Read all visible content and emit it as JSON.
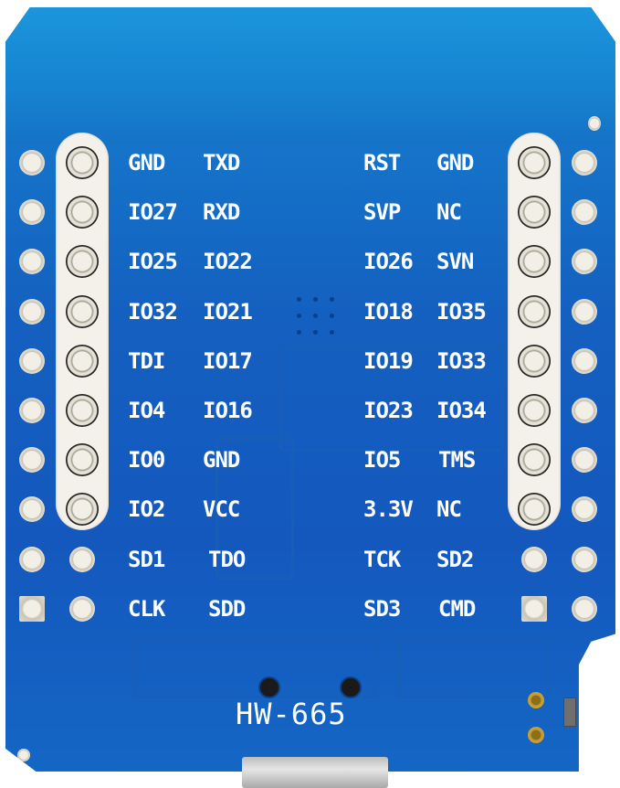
{
  "board": {
    "model_silkscreen": "HW-665",
    "colors": {
      "pcb": "#1460c0",
      "pcb_top": "#1c95dc",
      "silkscreen": "#ffffff",
      "pad": "#e7e3d8"
    }
  },
  "left_header": {
    "rows": [
      {
        "outer": "GND",
        "inner": "TXD"
      },
      {
        "outer": "IO27",
        "inner": "RXD"
      },
      {
        "outer": "IO25",
        "inner": "IO22"
      },
      {
        "outer": "IO32",
        "inner": "IO21"
      },
      {
        "outer": "TDI",
        "inner": "IO17"
      },
      {
        "outer": "IO4",
        "inner": "IO16"
      },
      {
        "outer": "IO0",
        "inner": "GND"
      },
      {
        "outer": "IO2",
        "inner": "VCC"
      },
      {
        "outer": "SD1",
        "inner": "TDO"
      },
      {
        "outer": "CLK",
        "inner": "SDD"
      }
    ]
  },
  "right_header": {
    "rows": [
      {
        "inner": "RST",
        "outer": "GND"
      },
      {
        "inner": "SVP",
        "outer": "NC"
      },
      {
        "inner": "IO26",
        "outer": "SVN"
      },
      {
        "inner": "IO18",
        "outer": "IO35"
      },
      {
        "inner": "IO19",
        "outer": "IO33"
      },
      {
        "inner": "IO23",
        "outer": "IO34"
      },
      {
        "inner": "IO5",
        "outer": "TMS"
      },
      {
        "inner": "3.3V",
        "outer": "NC"
      },
      {
        "inner": "TCK",
        "outer": "SD2"
      },
      {
        "inner": "SD3",
        "outer": "CMD"
      }
    ]
  }
}
